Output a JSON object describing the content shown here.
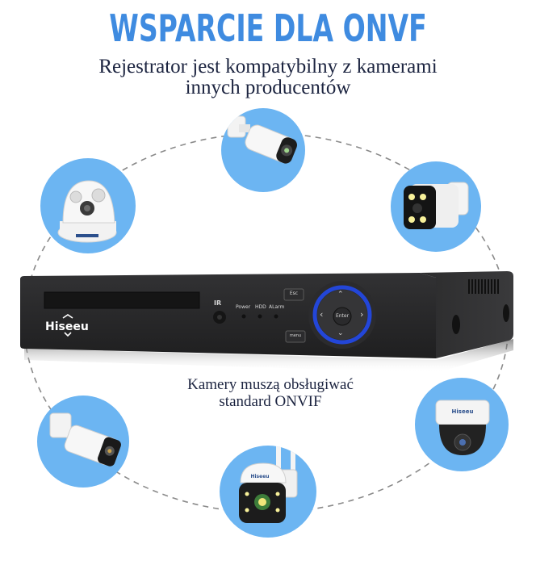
{
  "header": {
    "title": "WSPARCIE DLA ONVF",
    "subtitle_line1": "Rejestrator jest kompatybilny z kamerami",
    "subtitle_line2": "innych producentów"
  },
  "caption": {
    "line1": "Kamery muszą obsługiwać",
    "line2": "standard ONVIF"
  },
  "dvr": {
    "brand": "Hiseeu",
    "ir_label": "IR",
    "leds": [
      "Power",
      "HDD",
      "ALarm"
    ],
    "esc_label": "Esc",
    "menu_label": "menu",
    "enter_label": "Enter"
  },
  "cameras": [
    {
      "name": "bullet-camera-top",
      "type": "bullet"
    },
    {
      "name": "dome-camera-upper-left",
      "type": "dome"
    },
    {
      "name": "bullet-camera-upper-right",
      "type": "bullet-color"
    },
    {
      "name": "bullet-camera-lower-left",
      "type": "bullet"
    },
    {
      "name": "dome-camera-lower-right",
      "type": "vandal-dome",
      "brand": "Hiseeu"
    },
    {
      "name": "ptz-camera-bottom",
      "type": "ptz-wifi",
      "brand": "Hiseeu"
    }
  ],
  "colors": {
    "title": "#3f8be0",
    "text": "#1c2440",
    "bubble": "#6cb5f2",
    "dvr_body": "#2a2a2b",
    "nav_ring": "#2346d8"
  }
}
